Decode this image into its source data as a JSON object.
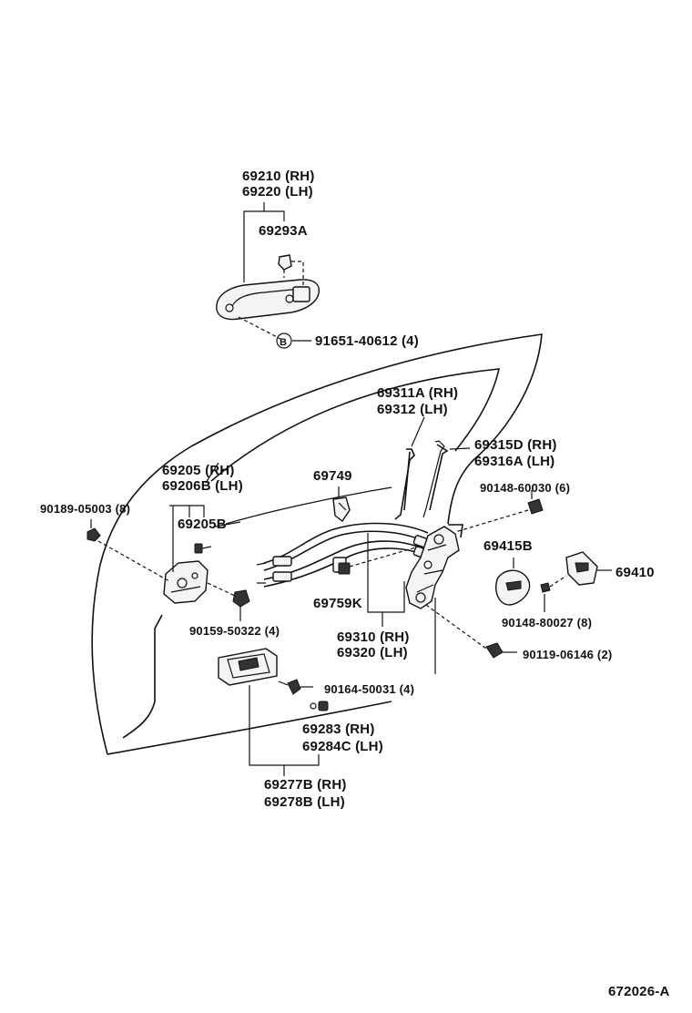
{
  "labels": {
    "p69210": "69210 (RH)",
    "p69220": "69220 (LH)",
    "p69293A": "69293A",
    "p91651": "91651-40612 (4)",
    "b_marker": "B",
    "p69311A": "69311A (RH)",
    "p69312": "69312   (LH)",
    "p69315D": "69315D (RH)",
    "p69316A": "69316A (LH)",
    "p69205": "69205  (RH)",
    "p69206B": "69206B (LH)",
    "p69749": "69749",
    "p90148_60030": "90148-60030 (6)",
    "p90189": "90189-05003 (8)",
    "p69205B": "69205B",
    "p69415B": "69415B",
    "p69410": "69410",
    "p69759K": "69759K",
    "p90148_80027": "90148-80027 (8)",
    "p90159": "90159-50322 (4)",
    "p69310": "69310 (RH)",
    "p69320": "69320 (LH)",
    "p90119": "90119-06146 (2)",
    "p90164": "90164-50031 (4)",
    "p69283": "69283    (RH)",
    "p69284C": "69284C (LH)",
    "p69277B": "69277B (RH)",
    "p69278B": "69278B (LH)",
    "figure_id": "672026-A"
  }
}
